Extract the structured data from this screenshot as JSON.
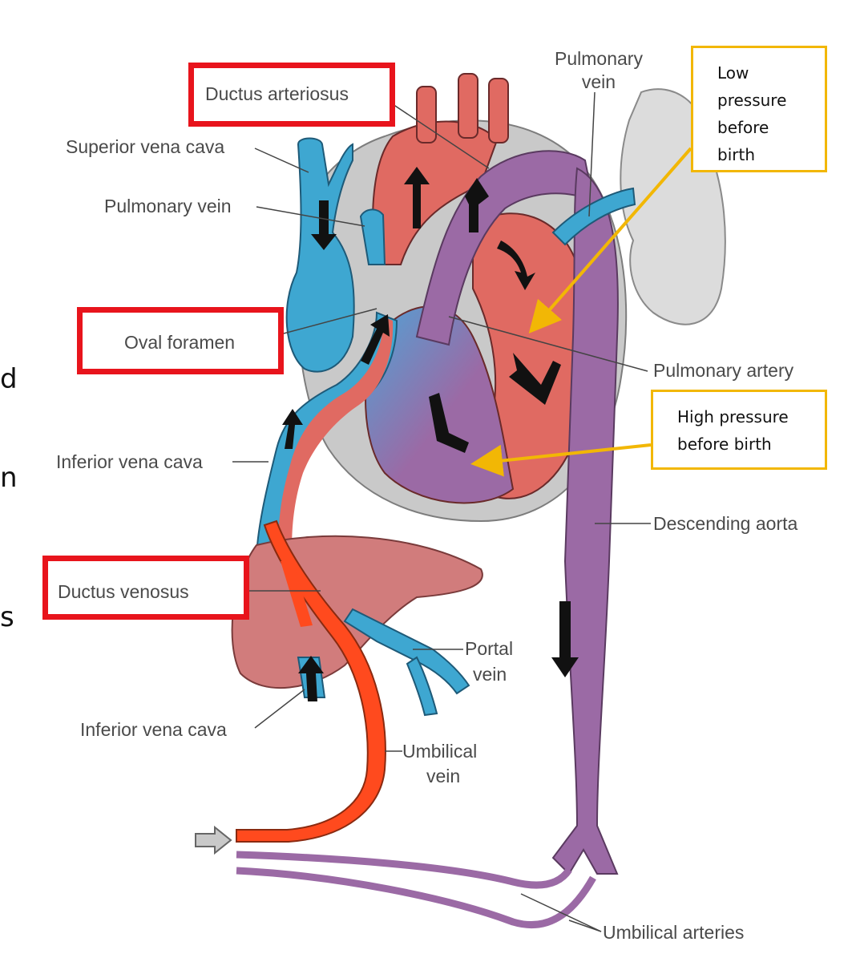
{
  "labels": {
    "ductus_arteriosus": "Ductus arteriosus",
    "superior_vena_cava": "Superior vena cava",
    "pulmonary_vein_left": "Pulmonary vein",
    "pulmonary_vein_top_1": "Pulmonary",
    "pulmonary_vein_top_2": "vein",
    "oval_foramen": "Oval foramen",
    "pulmonary_artery": "Pulmonary artery",
    "inferior_vena_cava_upper": "Inferior vena cava",
    "descending_aorta": "Descending aorta",
    "ductus_venosus": "Ductus venosus",
    "portal_vein_1": "Portal",
    "portal_vein_2": "vein",
    "inferior_vena_cava_lower": "Inferior vena cava",
    "umbilical_vein_1": "Umbilical",
    "umbilical_vein_2": "vein",
    "umbilical_arteries": "Umbilical arteries"
  },
  "callouts": {
    "low_pressure_lines": [
      "Low",
      "pressure",
      "before",
      "birth"
    ],
    "high_pressure_lines": [
      "High pressure",
      "before birth"
    ]
  },
  "edge_fragments": [
    "d",
    "n",
    "s"
  ],
  "colors": {
    "highlight_box": "#e8141c",
    "callout_box": "#f2b705",
    "oxygenated": "#e06a62",
    "deoxygenated": "#3ea7d1",
    "mixed": "#9b6aa5",
    "umbilical_vein": "#ff4a1e",
    "liver": "#d17c7c",
    "lung": "#dcdcdc"
  }
}
